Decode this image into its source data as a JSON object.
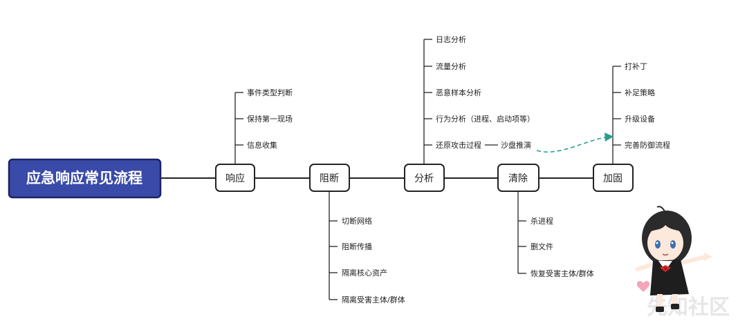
{
  "root": {
    "label": "应急响应常见流程"
  },
  "stages": [
    {
      "label": "响应",
      "items": [
        "事件类型判断",
        "保持第一现场",
        "信息收集"
      ]
    },
    {
      "label": "阻断",
      "items": [
        "切断网络",
        "阻断传播",
        "隔离核心资产",
        "隔离受害主体/群体"
      ]
    },
    {
      "label": "分析",
      "items": [
        "日志分析",
        "流量分析",
        "恶意样本分析",
        "行为分析（进程、启动项等）",
        "还原攻击过程"
      ],
      "sub_item": "沙盘推演"
    },
    {
      "label": "清除",
      "items": [
        "杀进程",
        "删文件",
        "恢复受害主体/群体"
      ]
    },
    {
      "label": "加固",
      "items": [
        "打补丁",
        "补足策略",
        "升级设备",
        "完善防御流程"
      ]
    }
  ],
  "watermark": "先知社区",
  "colors": {
    "root_fill": "#3a4aa8",
    "root_border": "#1b2260",
    "line": "#222222",
    "arrow": "#2a9d8f"
  }
}
